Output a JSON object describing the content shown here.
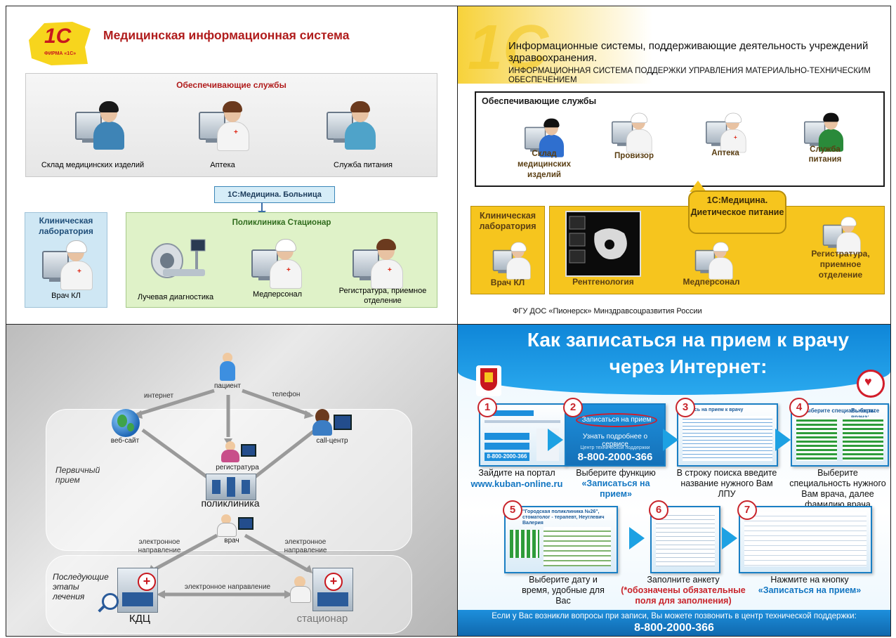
{
  "colors": {
    "dark_red": "#b01c1c",
    "p2_yellow": "#f6c51e",
    "p4_blue": "#1d8fdc",
    "green_box": "#dff2c8",
    "clinic_box": "#cfe7f4"
  },
  "panel1": {
    "logo_text": "1С",
    "logo_sub": "ФИРМА «1С»",
    "title": "Медицинская информационная система",
    "services_title": "Обеспечивающие службы",
    "services": [
      "Склад медицинских изделий",
      "Аптека",
      "Служба питания"
    ],
    "hospital_label": "1С:Медицина. Больница",
    "lab_title": "Клиническая лаборатория",
    "lab_staff": "Врач КЛ",
    "clinic_title": "Поликлиника Стационар",
    "clinic_units": [
      "Лучевая диагностика",
      "Медперсонал",
      "Регистратура, приемное отделение"
    ]
  },
  "panel2": {
    "heading": "Информационные системы, поддерживающие деятельность учреждений здравоохранения.",
    "subheading": "ИНФОРМАЦИОННАЯ СИСТЕМА ПОДДЕРЖКИ УПРАВЛЕНИЯ МАТЕРИАЛЬНО-ТЕХНИЧЕСКИМ ОБЕСПЕЧЕНИЕМ",
    "services_title": "Обеспечивающие службы",
    "services": [
      "Склад медицинских изделий",
      "Провизор",
      "Аптека",
      "Служба питания"
    ],
    "callout": "1С:Медицина. Диетическое питание",
    "lab_title": "Клиническая лаборатория",
    "lab_staff": "Врач КЛ",
    "units": [
      "Рентгенология",
      "Медперсонал",
      "Регистратура, приемное отделение"
    ],
    "footer": "ФГУ ДОС «Пионерск» Минздравсоцразвития России"
  },
  "panel3": {
    "patient": "пациент",
    "internet": "интернет",
    "phone": "телефон",
    "website": "веб-сайт",
    "callcenter": "call-центр",
    "registry": "регистратура",
    "primary": "Первичный прием",
    "polyclinic": "поликлиника",
    "doctor": "врач",
    "e_direction_left": "электронное направление",
    "e_direction_right": "электронное направление",
    "e_direction_bottom": "электронное направление",
    "followup": "Последующие этапы лечения",
    "kdc": "КДЦ",
    "hospital": "стационар"
  },
  "panel4": {
    "title_line1": "Как записаться на прием к врачу",
    "title_line2": "через Интернет:",
    "step2_btn1": "Записаться на прием",
    "step2_btn2": "Узнать подробнее о сервисе",
    "step2_phone_label": "Центр технической поддержки",
    "step2_phone": "8-800-2000-366",
    "step1_phone": "8-800-2000-366",
    "steps": [
      {
        "n": "1",
        "text": "Зайдите на портал",
        "link": "www.kuban-online.ru"
      },
      {
        "n": "2",
        "text": "Выберите функцию",
        "link": "«Записаться на прием»"
      },
      {
        "n": "3",
        "text": "В строку поиска введите название нужного Вам ЛПУ",
        "link": ""
      },
      {
        "n": "4",
        "text": "Выберите специальность нужного Вам врача, далее фамилию врача",
        "link": ""
      },
      {
        "n": "5",
        "text": "Выберите дату и время, удобные для Вас",
        "link": ""
      },
      {
        "n": "6",
        "text": "Заполните анкету",
        "link": "(*обозначены обязательные поля для заполнения)"
      },
      {
        "n": "7",
        "text": "Нажмите на кнопку",
        "link": "«Записаться на прием»"
      }
    ],
    "step3_header": "Запись на прием к врачу",
    "step4_h1": "Выберите специальность:",
    "step4_h2": "Выберите врача:",
    "step5_title": "\"Городская поликлиника №26\", стоматолог - терапевт, Неуглевич Валерия",
    "footer_text": "Если у Вас возникли вопросы при записи, Вы можете позвонить в центр технической поддержки:",
    "footer_phone": "8-800-2000-366"
  }
}
